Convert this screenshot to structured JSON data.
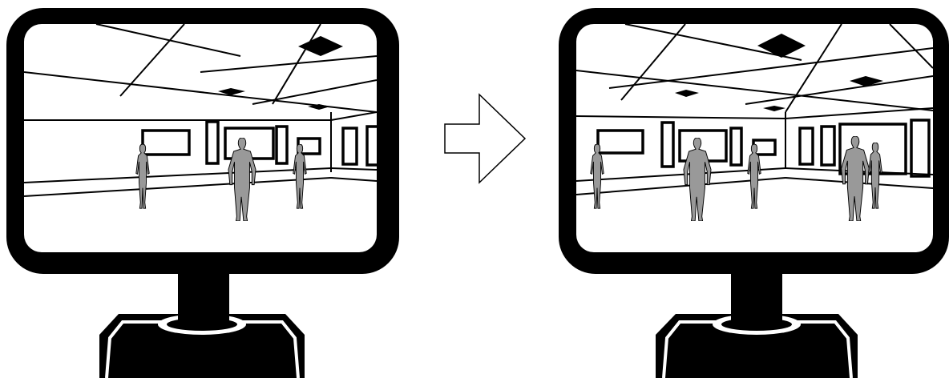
{
  "figure": {
    "panels": [
      {
        "id": "before",
        "label": ""
      },
      {
        "id": "after",
        "label": ""
      }
    ],
    "arrow": {
      "direction": "right"
    },
    "colors": {
      "frame": "#000000",
      "screen": "#ffffff",
      "figure_fill": "#999999",
      "line": "#000000"
    },
    "icons": [
      "monitor-icon",
      "monitor-icon",
      "right-arrow-icon",
      "person-silhouette-icon"
    ]
  }
}
